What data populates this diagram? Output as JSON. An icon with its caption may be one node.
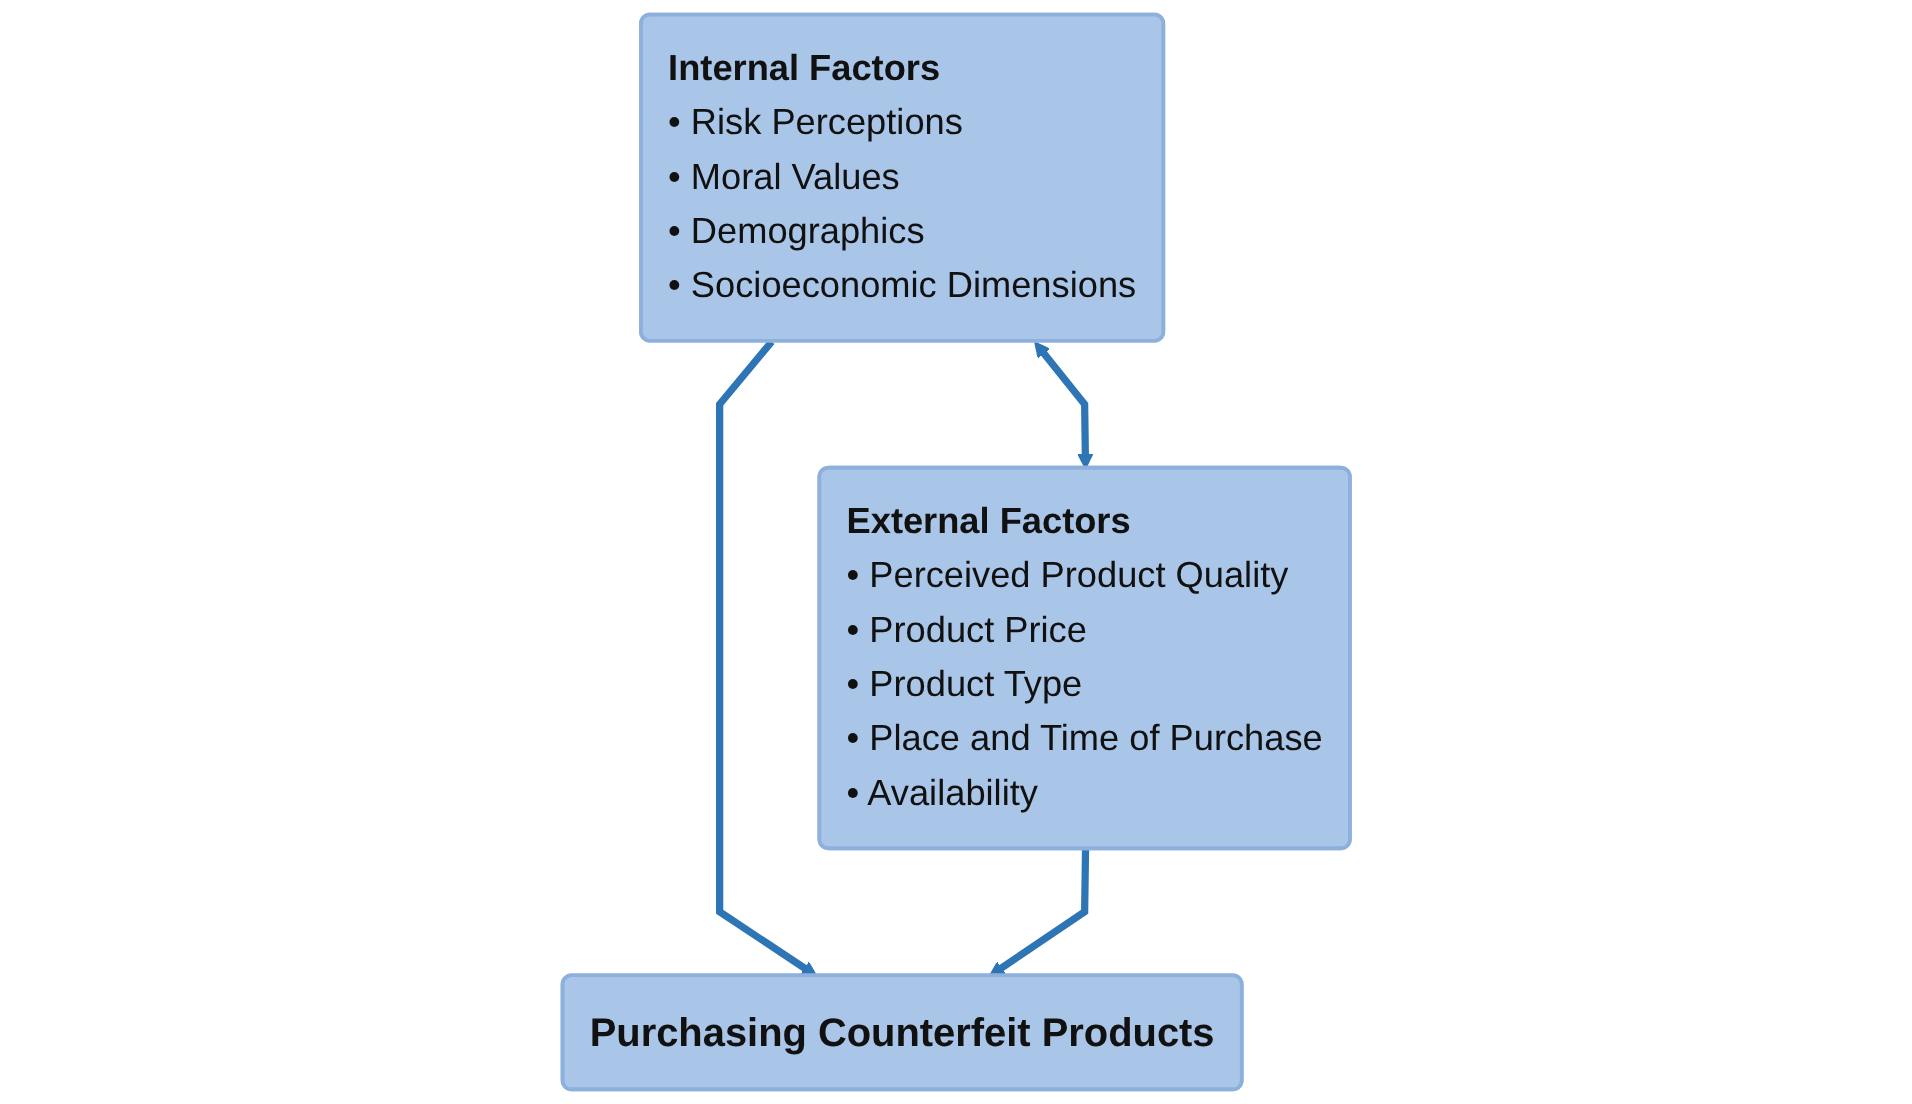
{
  "diagram": {
    "nodes": [
      {
        "text": [
          "Internal Factors",
          "• Risk Perceptions",
          "• Moral Values",
          "• Demographics",
          "• Socioeconomic Dimensions"
        ]
      },
      {
        "text": [
          "External Factors",
          "• Perceived Product Quality",
          "• Product Price",
          "• Product Type",
          "• Place and Time of Purchase",
          "• Availability"
        ]
      },
      {
        "text": [
          "Purchasing Counterfeit Products"
        ]
      }
    ],
    "edges": [
      {
        "from": 0,
        "to": 1,
        "arrow": "both"
      },
      {
        "from": 0,
        "to": 2,
        "arrow": "to"
      },
      {
        "from": 1,
        "to": 2,
        "arrow": "to"
      }
    ]
  }
}
